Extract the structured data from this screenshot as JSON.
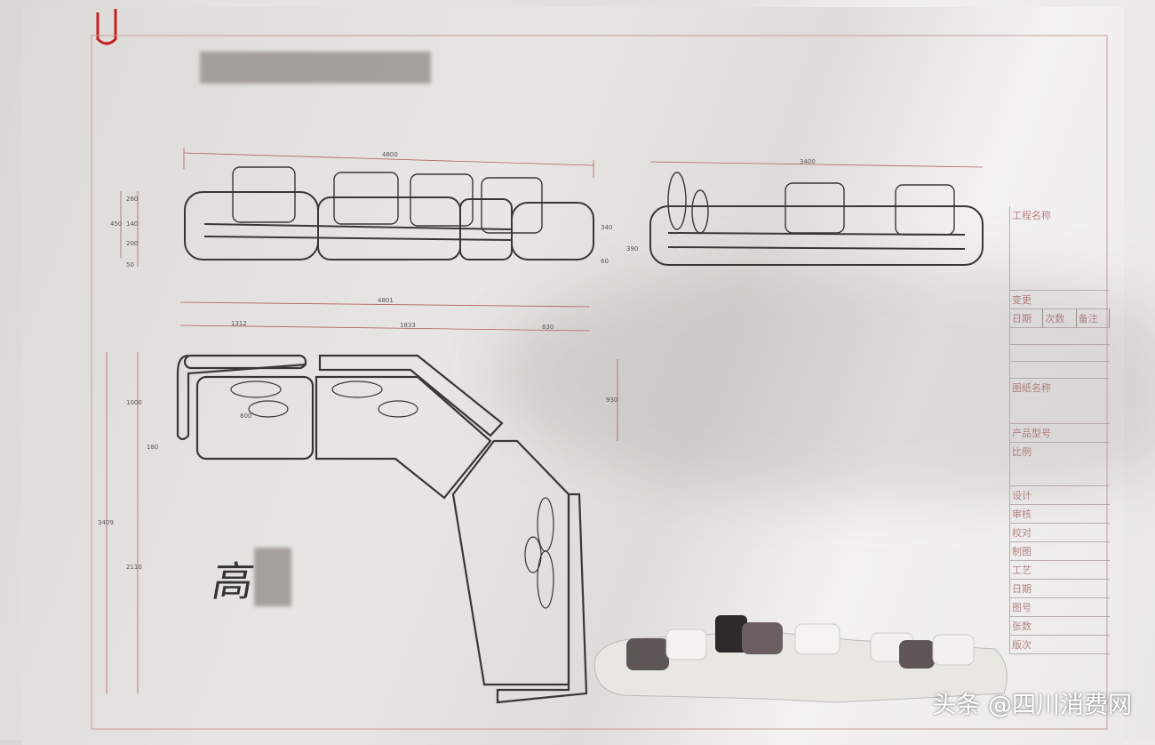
{
  "drawing": {
    "front_elevation": {
      "overall_width": "4800",
      "height_dims": [
        "450",
        "260",
        "140",
        "200",
        "50"
      ],
      "right_dims": [
        "340",
        "60"
      ]
    },
    "side_elevation": {
      "overall_width": "3400",
      "height_dim": "390"
    },
    "plan_view": {
      "overall_width": "4801",
      "segment_widths": [
        "1312",
        "1833",
        "830"
      ],
      "left_dims": [
        "3409",
        "1000",
        "180",
        "2110"
      ],
      "inner_depth": "800",
      "right_depth": "930"
    },
    "signature": "高",
    "title_block": {
      "project_name": "工程名称",
      "change": "变更",
      "change_columns": [
        "日期",
        "次数",
        "备注"
      ],
      "drawing_name": "图纸名称",
      "product_model": "产品型号",
      "scale": "比例",
      "rows": [
        "设计",
        "审核",
        "校对",
        "制图",
        "工艺",
        "日期",
        "图号",
        "张数",
        "版次"
      ]
    }
  },
  "watermark": "头条 @四川消费网",
  "colors": {
    "line": "#3a3634",
    "dimension": "#b06060",
    "paper": "#e6e4e0"
  }
}
